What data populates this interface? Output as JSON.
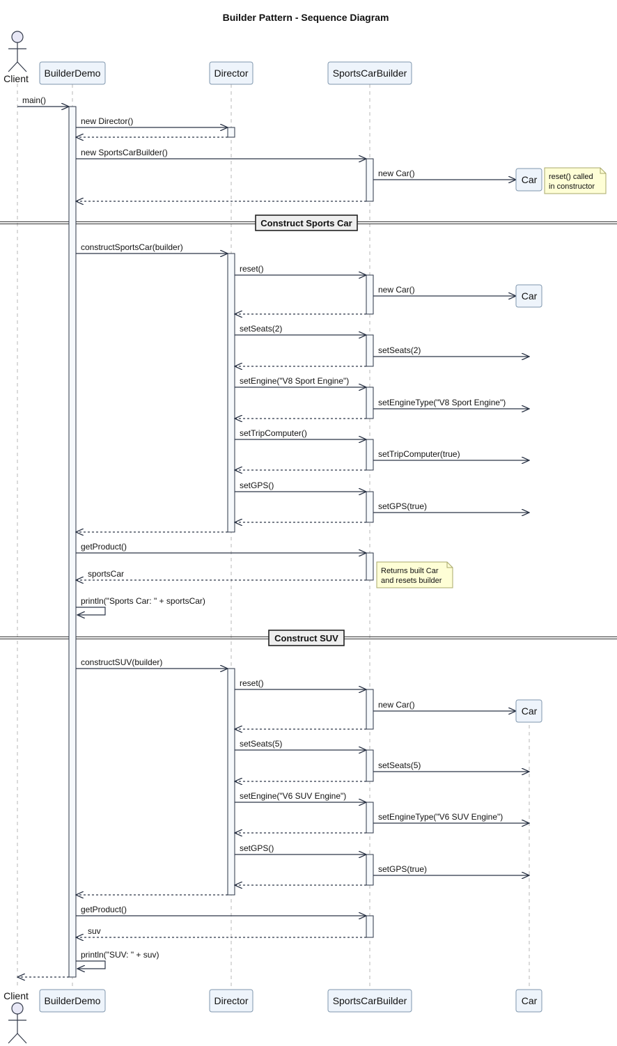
{
  "title": "Builder Pattern - Sequence Diagram",
  "colors": {
    "participant_fill": "#eef4fb",
    "participant_stroke": "#7f96ad",
    "activation_fill": "#f6f9fc",
    "line": "#2b3446",
    "lifeline": "#b7b7b7",
    "note_fill": "#fefed6",
    "note_stroke": "#a8a86a"
  },
  "participants": {
    "client": "Client",
    "builderdemo": "BuilderDemo",
    "director": "Director",
    "sportscarbuilder": "SportsCarBuilder",
    "car": "Car"
  },
  "messages": [
    {
      "from": "client",
      "to": "builderdemo",
      "label": "main()",
      "type": "sync"
    },
    {
      "from": "builderdemo",
      "to": "director",
      "label": "new Director()",
      "type": "sync"
    },
    {
      "from": "director",
      "to": "builderdemo",
      "label": "",
      "type": "return"
    },
    {
      "from": "builderdemo",
      "to": "sportscarbuilder",
      "label": "new SportsCarBuilder()",
      "type": "sync"
    },
    {
      "from": "sportscarbuilder",
      "to": "car",
      "label": "new Car()",
      "type": "create"
    },
    {
      "from": "sportscarbuilder",
      "to": "builderdemo",
      "label": "",
      "type": "return"
    },
    {
      "from": "builderdemo",
      "to": "director",
      "label": "constructSportsCar(builder)",
      "type": "sync"
    },
    {
      "from": "director",
      "to": "sportscarbuilder",
      "label": "reset()",
      "type": "sync"
    },
    {
      "from": "sportscarbuilder",
      "to": "car",
      "label": "new Car()",
      "type": "create"
    },
    {
      "from": "sportscarbuilder",
      "to": "director",
      "label": "",
      "type": "return"
    },
    {
      "from": "director",
      "to": "sportscarbuilder",
      "label": "setSeats(2)",
      "type": "sync"
    },
    {
      "from": "sportscarbuilder",
      "to": "car",
      "label": "setSeats(2)",
      "type": "sync"
    },
    {
      "from": "sportscarbuilder",
      "to": "director",
      "label": "",
      "type": "return"
    },
    {
      "from": "director",
      "to": "sportscarbuilder",
      "label": "setEngine(\"V8 Sport Engine\")",
      "type": "sync"
    },
    {
      "from": "sportscarbuilder",
      "to": "car",
      "label": "setEngineType(\"V8 Sport Engine\")",
      "type": "sync"
    },
    {
      "from": "sportscarbuilder",
      "to": "director",
      "label": "",
      "type": "return"
    },
    {
      "from": "director",
      "to": "sportscarbuilder",
      "label": "setTripComputer()",
      "type": "sync"
    },
    {
      "from": "sportscarbuilder",
      "to": "car",
      "label": "setTripComputer(true)",
      "type": "sync"
    },
    {
      "from": "sportscarbuilder",
      "to": "director",
      "label": "",
      "type": "return"
    },
    {
      "from": "director",
      "to": "sportscarbuilder",
      "label": "setGPS()",
      "type": "sync"
    },
    {
      "from": "sportscarbuilder",
      "to": "car",
      "label": "setGPS(true)",
      "type": "sync"
    },
    {
      "from": "sportscarbuilder",
      "to": "director",
      "label": "",
      "type": "return"
    },
    {
      "from": "director",
      "to": "builderdemo",
      "label": "",
      "type": "return"
    },
    {
      "from": "builderdemo",
      "to": "sportscarbuilder",
      "label": "getProduct()",
      "type": "sync"
    },
    {
      "from": "sportscarbuilder",
      "to": "builderdemo",
      "label": "sportsCar",
      "type": "return"
    },
    {
      "from": "builderdemo",
      "to": "builderdemo",
      "label": "println(\"Sports Car: \" + sportsCar)",
      "type": "self"
    },
    {
      "from": "builderdemo",
      "to": "director",
      "label": "constructSUV(builder)",
      "type": "sync"
    },
    {
      "from": "director",
      "to": "sportscarbuilder",
      "label": "reset()",
      "type": "sync"
    },
    {
      "from": "sportscarbuilder",
      "to": "car",
      "label": "new Car()",
      "type": "create"
    },
    {
      "from": "sportscarbuilder",
      "to": "director",
      "label": "",
      "type": "return"
    },
    {
      "from": "director",
      "to": "sportscarbuilder",
      "label": "setSeats(5)",
      "type": "sync"
    },
    {
      "from": "sportscarbuilder",
      "to": "car",
      "label": "setSeats(5)",
      "type": "sync"
    },
    {
      "from": "sportscarbuilder",
      "to": "director",
      "label": "",
      "type": "return"
    },
    {
      "from": "director",
      "to": "sportscarbuilder",
      "label": "setEngine(\"V6 SUV Engine\")",
      "type": "sync"
    },
    {
      "from": "sportscarbuilder",
      "to": "car",
      "label": "setEngineType(\"V6 SUV Engine\")",
      "type": "sync"
    },
    {
      "from": "sportscarbuilder",
      "to": "director",
      "label": "",
      "type": "return"
    },
    {
      "from": "director",
      "to": "sportscarbuilder",
      "label": "setGPS()",
      "type": "sync"
    },
    {
      "from": "sportscarbuilder",
      "to": "car",
      "label": "setGPS(true)",
      "type": "sync"
    },
    {
      "from": "sportscarbuilder",
      "to": "director",
      "label": "",
      "type": "return"
    },
    {
      "from": "director",
      "to": "builderdemo",
      "label": "",
      "type": "return"
    },
    {
      "from": "builderdemo",
      "to": "sportscarbuilder",
      "label": "getProduct()",
      "type": "sync"
    },
    {
      "from": "sportscarbuilder",
      "to": "builderdemo",
      "label": "suv",
      "type": "return"
    },
    {
      "from": "builderdemo",
      "to": "builderdemo",
      "label": "println(\"SUV: \" + suv)",
      "type": "self"
    },
    {
      "from": "builderdemo",
      "to": "client",
      "label": "",
      "type": "return"
    }
  ],
  "separators": [
    "Construct Sports Car",
    "Construct SUV"
  ],
  "notes": [
    {
      "lines": [
        "reset() called",
        "in constructor"
      ]
    },
    {
      "lines": [
        "Returns built Car",
        "and resets builder"
      ]
    }
  ]
}
